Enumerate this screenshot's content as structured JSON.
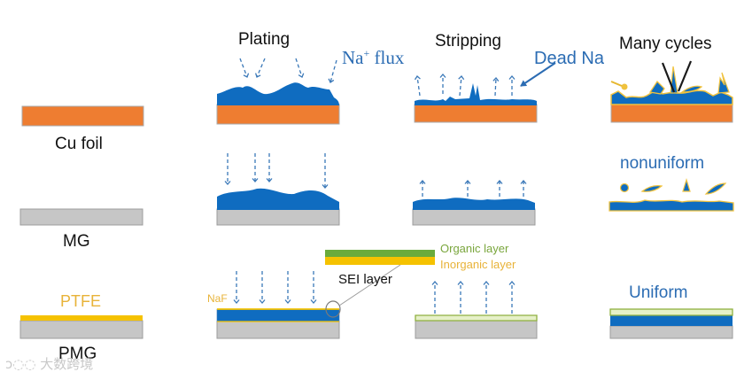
{
  "colors": {
    "copper": "#ee7d31",
    "sodium": "#0f6cc0",
    "gray": "#c6c6c6",
    "gray_edge": "#9c9c9c",
    "ptfe": "#f5c200",
    "organic": "#6aab3c",
    "flux_arrow": "#3a78b8",
    "sei_light": "#e6f0c8"
  },
  "substrates": {
    "cu": "Cu foil",
    "mg": "MG",
    "ptfe": "PTFE",
    "pmg": "PMG"
  },
  "columns": {
    "plating": "Plating",
    "stripping": "Stripping",
    "cycles": "Many cycles"
  },
  "annotations": {
    "na_flux": "Na",
    "na_flux_sup": "+",
    "na_flux_tail": " flux",
    "dead_na": "Dead Na",
    "nonuniform": "nonuniform",
    "uniform": "Uniform",
    "naf": "NaF",
    "sei_layer": "SEI layer",
    "organic_layer": "Organic layer",
    "inorganic_layer": "Inorganic layer"
  },
  "watermark": "大数跨境"
}
